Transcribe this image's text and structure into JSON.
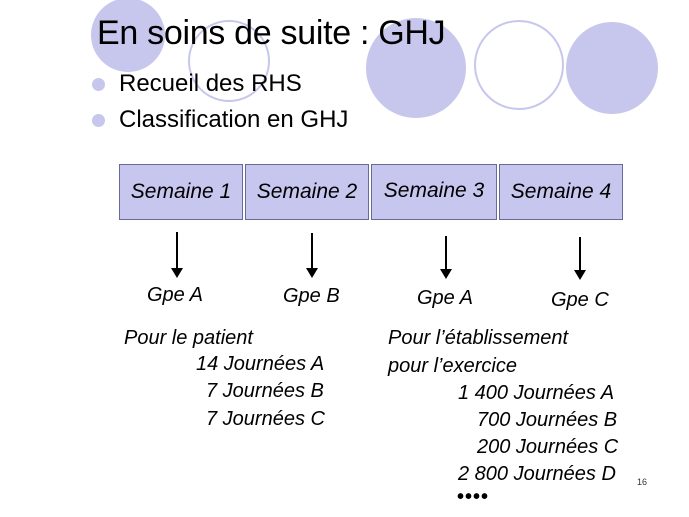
{
  "slide": {
    "title": "En soins de suite : GHJ",
    "bullets": [
      "Recueil des RHS",
      "Classification en GHJ"
    ],
    "weeks": [
      "Semaine 1",
      "Semaine 2",
      "Semaine 3",
      "Semaine 4"
    ],
    "groups": [
      "Gpe A",
      "Gpe B",
      "Gpe A",
      "Gpe C"
    ],
    "patient": {
      "heading": "Pour le patient",
      "lines": [
        "14 Journées A",
        "7 Journées B",
        "7 Journées C"
      ]
    },
    "etablissement": {
      "heading1": "Pour l’établissement",
      "heading2": "pour l’exercice",
      "lines": [
        "1 400 Journées A",
        "700 Journées B",
        "200 Journées C",
        "2 800 Journées D"
      ],
      "ellipsis": "••••"
    },
    "page_number": "16"
  },
  "colors": {
    "accent": "#c7c7ed",
    "box": "#c6c6ef"
  }
}
